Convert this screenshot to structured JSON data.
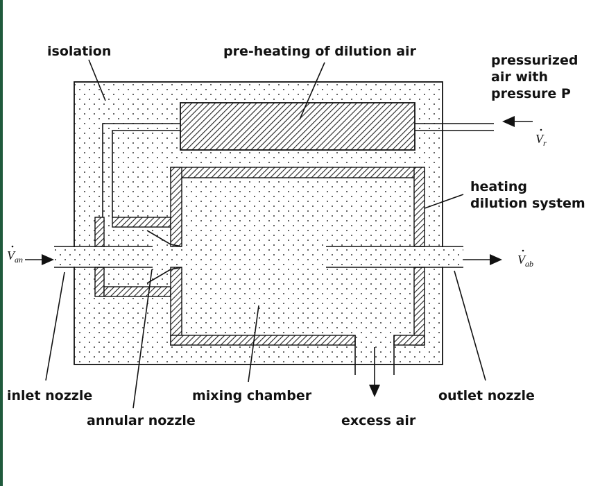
{
  "labels": {
    "isolation": "isolation",
    "preheating": "pre-heating of dilution air",
    "pressurized_1": "pressurized",
    "pressurized_2": "air with",
    "pressurized_3": "pressure P",
    "heating_1": "heating",
    "heating_2": "dilution system",
    "inlet_nozzle": "inlet nozzle",
    "annular_nozzle": "annular nozzle",
    "mixing_chamber": "mixing chamber",
    "excess_air": "excess air",
    "outlet_nozzle": "outlet nozzle"
  },
  "symbols": {
    "v": "V",
    "r": "r",
    "an": "an",
    "ab": "ab"
  },
  "colors": {
    "border": "#1f5a3c",
    "ink": "#111111"
  }
}
